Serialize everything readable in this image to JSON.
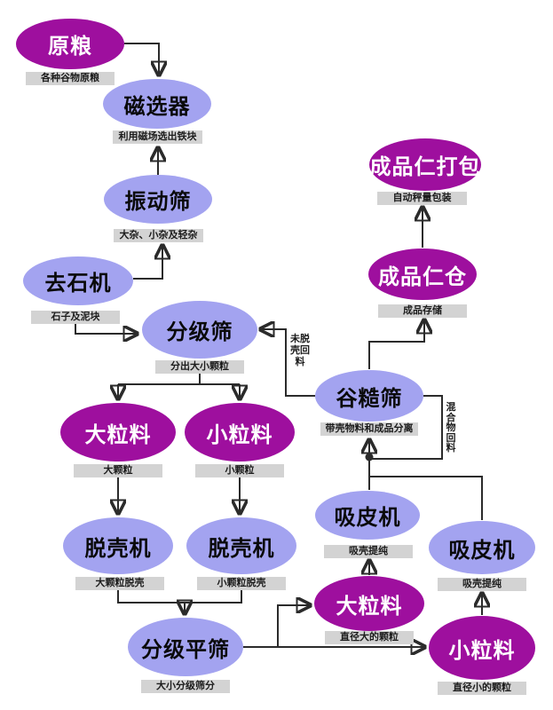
{
  "diagram": {
    "colors": {
      "material_node_fill": "#9e0f9e",
      "material_node_text": "#ffffff",
      "process_node_fill": "#a3a3f0",
      "process_node_text": "#0a0a0a",
      "note_background": "#d3d3d3",
      "line": "#2b2b2b",
      "background": "#ffffff"
    },
    "nodes": [
      {
        "id": "raw-grain",
        "label": "原粮",
        "note": "各种谷物原粮",
        "type": "material"
      },
      {
        "id": "magnetic-separator",
        "label": "磁选器",
        "note": "利用磁场选出铁块",
        "type": "process"
      },
      {
        "id": "vibrating-screen",
        "label": "振动筛",
        "note": "大杂、小杂及轻杂",
        "type": "process"
      },
      {
        "id": "destoner",
        "label": "去石机",
        "note": "石子及泥块",
        "type": "process"
      },
      {
        "id": "grading-screen",
        "label": "分级筛",
        "note": "分出大小颗粒",
        "type": "process"
      },
      {
        "id": "kernel-packing",
        "label": "成品仁打包",
        "note": "自动秤量包装",
        "type": "material"
      },
      {
        "id": "kernel-bin",
        "label": "成品仁仓",
        "note": "成品存储",
        "type": "material"
      },
      {
        "id": "paddy-separator",
        "label": "谷糙筛",
        "note": "带壳物料和成品分离",
        "type": "process"
      },
      {
        "id": "large-material-1",
        "label": "大粒料",
        "note": "大颗粒",
        "type": "material"
      },
      {
        "id": "small-material-1",
        "label": "小粒料",
        "note": "小颗粒",
        "type": "material"
      },
      {
        "id": "husker-left",
        "label": "脱壳机",
        "note": "大颗粒脱壳",
        "type": "process"
      },
      {
        "id": "husker-right",
        "label": "脱壳机",
        "note": "小颗粒脱壳",
        "type": "process"
      },
      {
        "id": "grading-plansifter",
        "label": "分级平筛",
        "note": "大小分级筛分",
        "type": "process"
      },
      {
        "id": "large-material-2",
        "label": "大粒料",
        "note": "直径大的颗粒",
        "type": "material"
      },
      {
        "id": "small-material-2",
        "label": "小粒料",
        "note": "直径小的颗粒",
        "type": "material"
      },
      {
        "id": "husk-aspirator-left",
        "label": "吸皮机",
        "note": "吸壳提纯",
        "type": "process"
      },
      {
        "id": "husk-aspirator-right",
        "label": "吸皮机",
        "note": "吸壳提纯",
        "type": "process"
      }
    ],
    "edge_labels": [
      {
        "id": "unhusked-return",
        "text": "未脱壳回料",
        "display": "未脱\n壳回\n料"
      },
      {
        "id": "mixture-return",
        "text": "混合物回料",
        "display": "混\n合\n物\n回\n料"
      }
    ]
  }
}
